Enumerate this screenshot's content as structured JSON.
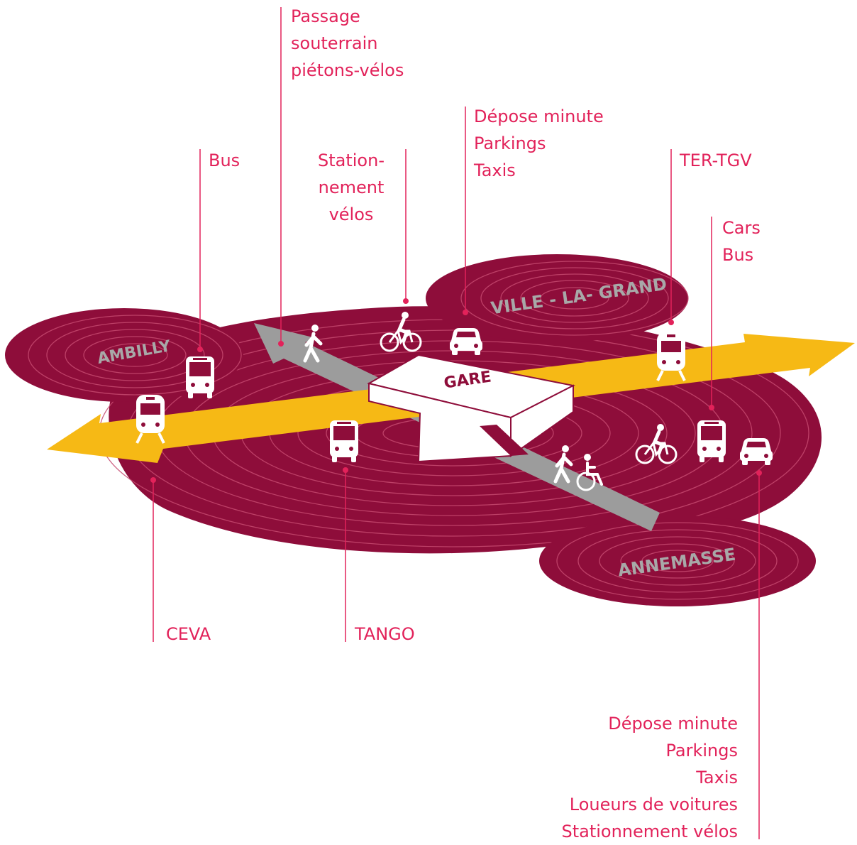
{
  "labels": {
    "passage": [
      "Passage",
      "souterrain",
      "piétons-vélos"
    ],
    "depose_top": [
      "Dépose minute",
      "Parkings",
      "Taxis"
    ],
    "bus": "Bus",
    "stationnement": [
      "Station-",
      "nement",
      "vélos"
    ],
    "ter_tgv": "TER-TGV",
    "cars_bus": [
      "Cars",
      "Bus"
    ],
    "ceva": "CEVA",
    "tango": "TANGO",
    "depose_bottom": [
      "Dépose minute",
      "Parkings",
      "Taxis",
      "Loueurs de voitures",
      "Stationnement vélos"
    ]
  },
  "zones": {
    "ambilly": "AMBILLY",
    "ville_la_grand": "VILLE - LA- GRAND",
    "annemasse": "ANNEMASSE",
    "gare": "GARE"
  },
  "colors": {
    "zone": "#8e0d3a",
    "ring": "#c64a70",
    "rail_arrow": "#f6b915",
    "pedestrian_arrow": "#9c9c9c",
    "label_text": "#e2225a",
    "zone_text": "#a8a8a8"
  },
  "icons": [
    "pedestrian-icon",
    "bicycle-icon",
    "car-icon",
    "bus-icon",
    "train-icon",
    "wheelchair-icon"
  ]
}
